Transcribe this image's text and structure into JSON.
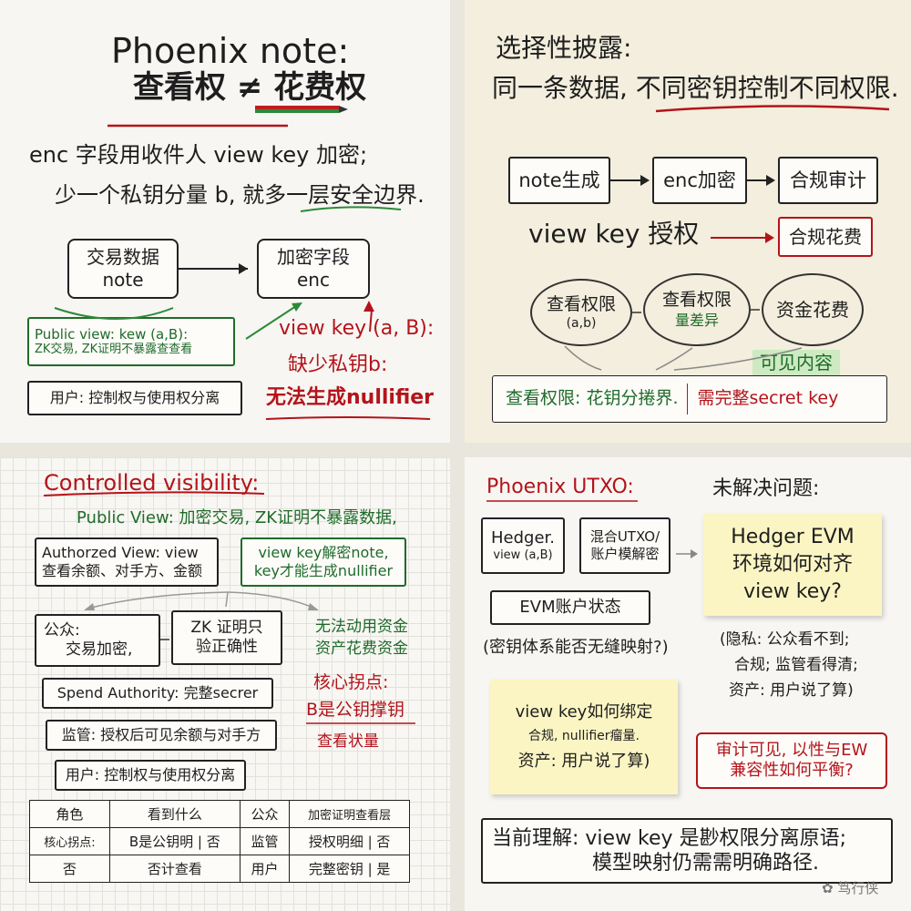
{
  "p1": {
    "title_line1": "Phoenix note:",
    "title_line2": "查看权 ≠ 花费权",
    "body_line1": "enc 字段用收件人 view key 加密;",
    "body_line2": "少一个私钥分量 b, 就多一层安全边界.",
    "box_tx_title": "交易数据",
    "box_tx_sub": "note",
    "box_enc_title": "加密字段",
    "box_enc_sub": "enc",
    "public_view_line1": "Public view: kew (a,B):",
    "public_view_line2": "ZK交易, ZK证明不暴露查查看",
    "user_note": "用户: 控制权与使用权分离",
    "viewkey_line1": "view key (a, B):",
    "viewkey_line2": "缺少私钥b:",
    "viewkey_line3": "无法生成nullifier"
  },
  "p2": {
    "title_line1": "选择性披露:",
    "title_line2": "同一条数据, 不同密钥控制不同权限.",
    "flow1": "note生成",
    "flow2": "enc加密",
    "flow3": "合规审计",
    "viewkey_grant": "view key 授权",
    "compliance_spend": "合规花费",
    "ellipse1_title": "查看权限",
    "ellipse1_sub": "(a,b)",
    "ellipse2_title": "查看权限",
    "ellipse2_sub": "量差异",
    "ellipse3_title": "资金花费",
    "visible_tag": "可见内容",
    "bottom_left": "查看权限: 花钥分捲界.",
    "bottom_right": "需完整secret key"
  },
  "p3": {
    "title": "Controlled visibility:",
    "public_view": "Public View: 加密交易, ZK证明不暴露数据,",
    "auth_line1": "Authorzed View: view",
    "auth_line2": "查看余额、对手方、金额",
    "vk_line1": "view key解密note,",
    "vk_line2": "key才能生成nullifier",
    "public_box_line1": "公众:",
    "public_box_line2": "交易加密,",
    "zk_line1": "ZK 证明只",
    "zk_line2": "验正确性",
    "cannot_line1": "无法动用资金",
    "cannot_line2": "资产花费资金",
    "core_line1": "核心拐点:",
    "core_line2": "B是公钥撑钥",
    "core_line3": "查看状量",
    "spend_authority": "Spend Authority: 完整secrer",
    "regulator": "监管: 授权后可见余额与对手方",
    "user_note": "用户: 控制权与使用权分离",
    "table": [
      [
        "角色",
        "看到什么",
        "公众",
        "加密证明查看层"
      ],
      [
        "核心拐点:",
        "B是公钥明 | 否",
        "监管",
        "授权明细 | 否"
      ],
      [
        "否",
        "否计查看",
        "用户",
        "完整密钥 | 是"
      ]
    ]
  },
  "p4": {
    "title": "Phoenix UTXO:",
    "unsolved": "未解决问题:",
    "hedger_line1": "Hedger.",
    "hedger_line2": "view (a,B)",
    "mix_line1": "混合UTXO/",
    "mix_line2": "账户模解密",
    "evm_state": "EVM账户状态",
    "question": "(密钥体系能否无缝映射?)",
    "sticky1_line1": "Hedger EVM",
    "sticky1_line2": "环境如何对齐",
    "sticky1_line3": "view key?",
    "privacy_line1": "(隐私: 公众看不到;",
    "privacy_line2": "合规; 监管看得清;",
    "privacy_line3": "资产: 用户说了算)",
    "sticky2_line1": "view key如何绑定",
    "sticky2_line2": "合规, nullifier瘤量.",
    "sticky2_line3": "资产: 用户说了算)",
    "balance_line1": "审计可见, 以性与EW",
    "balance_line2": "兼容性如何平衡?",
    "conclusion_line1": "当前理解: view key 是尠权限分离原语;",
    "conclusion_line2": "模型映射仍需需明确路径.",
    "watermark": "笃行侠"
  }
}
